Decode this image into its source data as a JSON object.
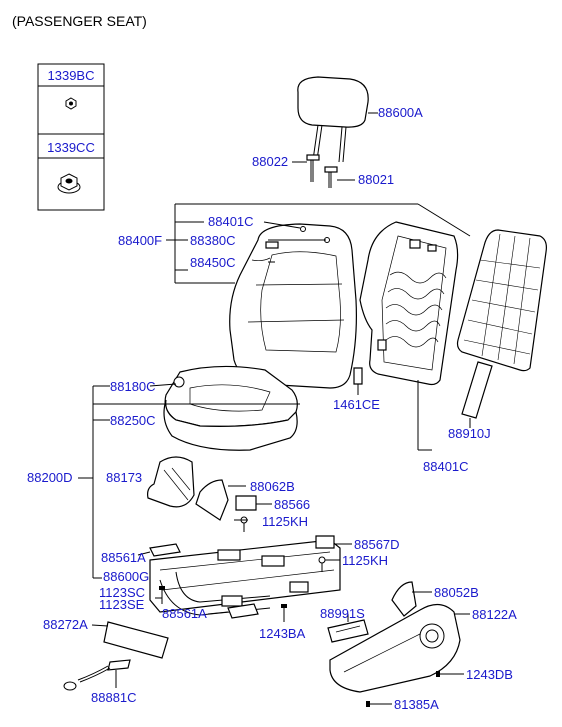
{
  "title": "(PASSENGER SEAT)",
  "legend": [
    {
      "code": "1339BC",
      "icon": "small-nut-icon"
    },
    {
      "code": "1339CC",
      "icon": "flange-nut-icon"
    }
  ],
  "callouts": {
    "headrest": "88600A",
    "guide_left": "88022",
    "guide_right": "88021",
    "back_assembly": "88400F",
    "back_cover": "88401C",
    "back_pad": "88380C",
    "back_pad_cover": "88450C",
    "clip": "1461CE",
    "back_board": "88910J",
    "back_frame": "88401C",
    "cushion_cover": "88180C",
    "cushion_pad": "88250C",
    "cushion_assembly": "88200D",
    "shield_inner": "88173",
    "bracket": "88062B",
    "hook": "88566",
    "bolt_upper": "1125KH",
    "hook_right": "88567D",
    "bolt_right": "1125KH",
    "track_left_upper": "88561A",
    "track_frame": "88600G",
    "screw_sc": "1123SC",
    "screw_se": "1123SE",
    "track_left_lower": "88561A",
    "screw_ba": "1243BA",
    "switch": "88991S",
    "side_bracket": "88052B",
    "side_shield": "88122A",
    "garnish": "88272A",
    "screw_db": "1243DB",
    "harness": "88881C",
    "screw_bottom": "81385A"
  }
}
